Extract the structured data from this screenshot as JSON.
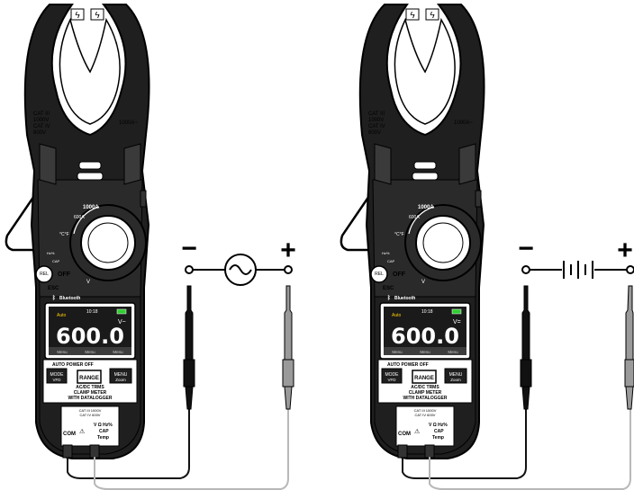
{
  "colors": {
    "body": "#1f1f1f",
    "outline": "#000000",
    "panel": "#ffffff",
    "lcd": "#1a1a1a",
    "lead_black": "#111111",
    "lead_grey": "#9a9a9a",
    "wire_grey": "#b8b8b8",
    "battery_green": "#33cc33"
  },
  "meters": [
    {
      "jaw_symbols": [
        "ϟ",
        "ϟ"
      ],
      "cat_text": [
        "CAT III",
        "1000V",
        "CAT IV",
        "600V"
      ],
      "jaw_rating": "1000A~",
      "dial": {
        "a_label": "1000A",
        "a2_label": "600A",
        "temp_label": "°C°F",
        "off_label": "OFF",
        "v_label": "V",
        "hz_label": "Hz%",
        "cap_label": "CAP"
      },
      "rel_label": "REL",
      "esc_label": "ESC",
      "bluetooth_label": "Bluetooth",
      "lcd": {
        "mode": "Auto",
        "time": "10:18",
        "unit": "V~",
        "reading": "600.0",
        "softkeys": [
          "Menu",
          "Menu",
          "Menu"
        ]
      },
      "auto_power_off": "AUTO POWER OFF",
      "buttons": {
        "mode": "MODE",
        "mode_sub": "VFD",
        "range": "RANGE",
        "menu": "MENU",
        "menu_sub": "Zoom"
      },
      "model_text": [
        "AC/DC TRMS",
        "CLAMP METER",
        "WITH DATALOGGER"
      ],
      "terminal_labels": [
        "COM",
        "V Ω Hz%",
        "CAP",
        "Temp"
      ],
      "terminal_cat": [
        "CAT III 1000V",
        "CAT IV 600V"
      ]
    },
    {
      "jaw_symbols": [
        "ϟ",
        "ϟ"
      ],
      "cat_text": [
        "CAT III",
        "1000V",
        "CAT IV",
        "600V"
      ],
      "jaw_rating": "1000A~",
      "dial": {
        "a_label": "1000A",
        "a2_label": "600A",
        "temp_label": "°C°F",
        "off_label": "OFF",
        "v_label": "V",
        "hz_label": "Hz%",
        "cap_label": "CAP"
      },
      "rel_label": "REL",
      "esc_label": "ESC",
      "bluetooth_label": "Bluetooth",
      "lcd": {
        "mode": "Auto",
        "time": "10:18",
        "unit": "V=",
        "reading": "600.0",
        "softkeys": [
          "Menu",
          "Menu",
          "Menu"
        ]
      },
      "auto_power_off": "AUTO POWER OFF",
      "buttons": {
        "mode": "MODE",
        "mode_sub": "VFD",
        "range": "RANGE",
        "menu": "MENU",
        "menu_sub": "Zoom"
      },
      "model_text": [
        "AC/DC TRMS",
        "CLAMP METER",
        "WITH DATALOGGER"
      ],
      "terminal_labels": [
        "COM",
        "V Ω Hz%",
        "CAP",
        "Temp"
      ],
      "terminal_cat": [
        "CAT III 1000V",
        "CAT IV 600V"
      ]
    }
  ],
  "circuits": [
    {
      "type": "ac_source",
      "minus": "−",
      "plus": "+"
    },
    {
      "type": "dc_battery",
      "minus": "−",
      "plus": "+"
    }
  ],
  "icons": [
    "ac-source-icon",
    "battery-icon",
    "lightning-icon",
    "battery-level-icon",
    "bluetooth-icon",
    "warning-icon"
  ]
}
